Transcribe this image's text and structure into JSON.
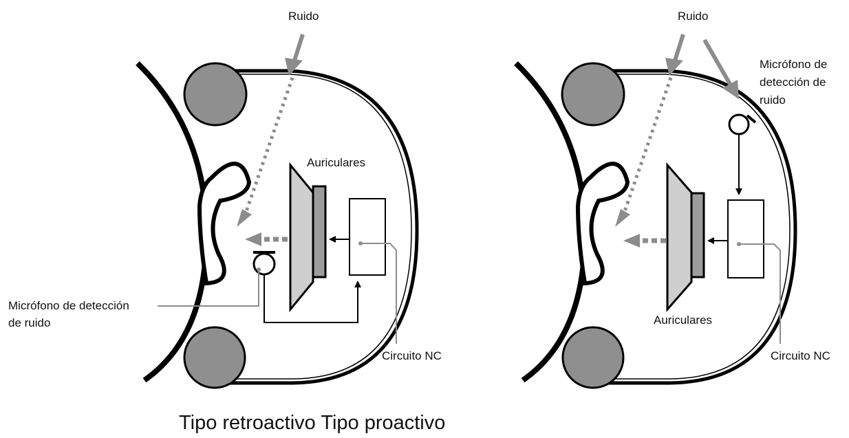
{
  "caption": "Tipo retroactivo Tipo proactivo",
  "colors": {
    "line": "#000000",
    "gray": "#8c8c8c",
    "lightgray": "#d0d0d0",
    "darkgray": "#9c9c9c"
  },
  "left": {
    "noise_label": "Ruido",
    "headphones_label": "Auriculares",
    "mic_label_line1": "Micrófono de detección",
    "mic_label_line2": "de ruido",
    "circuit_label": "Circuito NC"
  },
  "right": {
    "noise_label": "Ruido",
    "mic_label_line1": "Micrófono de",
    "mic_label_line2": "detección de",
    "mic_label_line3": "ruido",
    "headphones_label": "Auriculares",
    "circuit_label": "Circuito NC"
  }
}
